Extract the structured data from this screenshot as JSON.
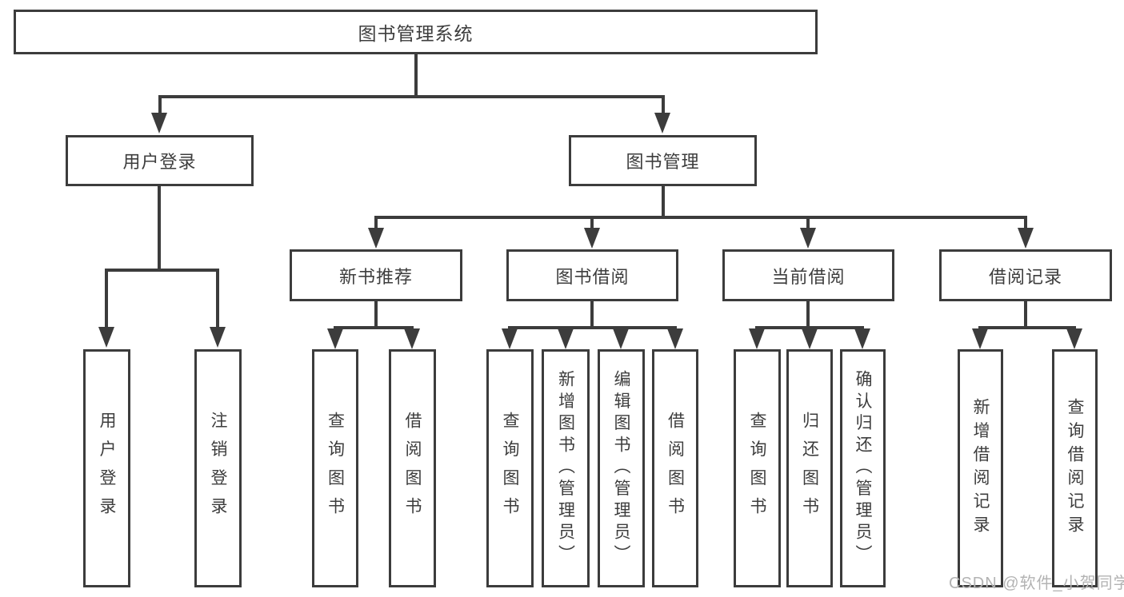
{
  "tree": {
    "label": "图书管理系统",
    "children": [
      {
        "label": "用户登录",
        "children": [
          {
            "label": "用户登录"
          },
          {
            "label": "注销登录"
          }
        ]
      },
      {
        "label": "图书管理",
        "children": [
          {
            "label": "新书推荐",
            "children": [
              {
                "label": "查询图书"
              },
              {
                "label": "借阅图书"
              }
            ]
          },
          {
            "label": "图书借阅",
            "children": [
              {
                "label": "查询图书"
              },
              {
                "label": "新增图书（管理员）"
              },
              {
                "label": "编辑图书（管理员）"
              },
              {
                "label": "借阅图书"
              }
            ]
          },
          {
            "label": "当前借阅",
            "children": [
              {
                "label": "查询图书"
              },
              {
                "label": "归还图书"
              },
              {
                "label": "确认归还（管理员）"
              }
            ]
          },
          {
            "label": "借阅记录",
            "children": [
              {
                "label": "新增借阅记录"
              },
              {
                "label": "查询借阅记录"
              }
            ]
          }
        ]
      }
    ]
  },
  "watermark": {
    "text": "CSDN @软件_小贺同学"
  },
  "colors": {
    "line": "#3c3c3c",
    "text": "#3d3d3d",
    "box_fill": "#ffffff",
    "watermark": "#b3b3b3",
    "background": "#ffffff"
  }
}
